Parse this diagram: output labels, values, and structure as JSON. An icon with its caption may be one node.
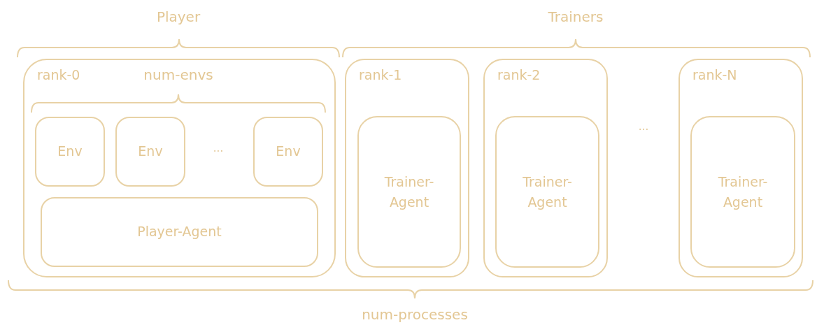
{
  "diagram": {
    "nodes": [
      {
        "text": [
          "rank-0"
        ]
      },
      {
        "text": [
          "Env"
        ],
        "in": 0
      },
      {
        "text": [
          "Env"
        ],
        "in": 0
      },
      {
        "text": [
          "Env"
        ],
        "in": 0
      },
      {
        "text": [
          "Player-Agent"
        ],
        "in": 0
      },
      {
        "text": [
          "rank-1"
        ]
      },
      {
        "text": [
          "Trainer-Agent"
        ],
        "in": 5
      },
      {
        "text": [
          "rank-2"
        ]
      },
      {
        "text": [
          "Trainer-Agent"
        ],
        "in": 7
      },
      {
        "text": [
          "rank-N"
        ]
      },
      {
        "text": [
          "Trainer-Agent"
        ],
        "in": 9
      }
    ],
    "labels": [
      "Player",
      "Trainers",
      "num-envs",
      "...",
      "...",
      "num-processes"
    ]
  }
}
